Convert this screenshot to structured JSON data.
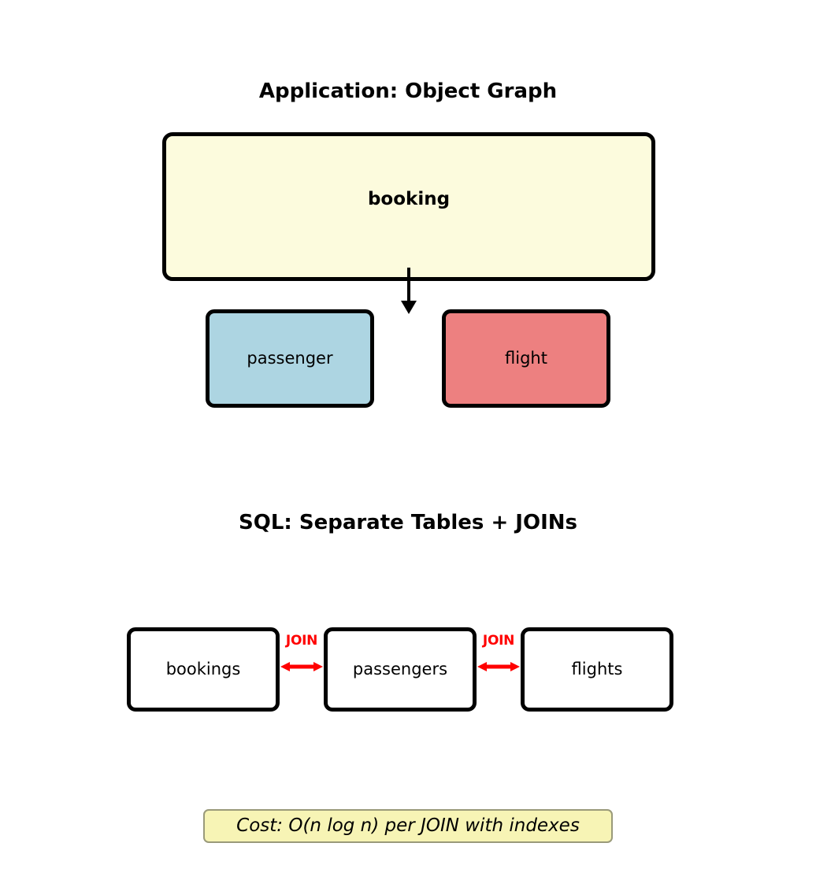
{
  "sections": {
    "application": {
      "title": "Application: Object Graph",
      "nodes": [
        {
          "id": "booking",
          "label": "booking",
          "fill": "#FCFBDD"
        },
        {
          "id": "passenger",
          "label": "passenger",
          "fill": "#ADD5E2"
        },
        {
          "id": "flight",
          "label": "flight",
          "fill": "#ED8080"
        }
      ],
      "edges": [
        {
          "from": "booking",
          "to": "children",
          "style": "solid-arrow-down",
          "color": "#000000"
        }
      ]
    },
    "sql": {
      "title": "SQL: Separate Tables + JOINs",
      "nodes": [
        {
          "id": "bookings",
          "label": "bookings",
          "fill": "#FFFFFF"
        },
        {
          "id": "passengers",
          "label": "passengers",
          "fill": "#FFFFFF"
        },
        {
          "id": "flights",
          "label": "flights",
          "fill": "#FFFFFF"
        }
      ],
      "connectors": [
        {
          "id": "join-1",
          "label": "JOIN",
          "from": "bookings",
          "to": "passengers",
          "color": "#FF0000"
        },
        {
          "id": "join-2",
          "label": "JOIN",
          "from": "passengers",
          "to": "flights",
          "color": "#FF0000"
        }
      ]
    }
  },
  "note": {
    "text": "Cost: O(n log n) per JOIN with indexes",
    "fill": "#F7F4B5",
    "border": "#9A9A7A"
  },
  "colors": {
    "stroke": "#000000",
    "join": "#FF0000",
    "booking_fill": "#FCFBDD",
    "passenger_fill": "#ADD5E2",
    "flight_fill": "#ED8080",
    "table_fill": "#FFFFFF",
    "note_fill": "#F7F4B5"
  }
}
